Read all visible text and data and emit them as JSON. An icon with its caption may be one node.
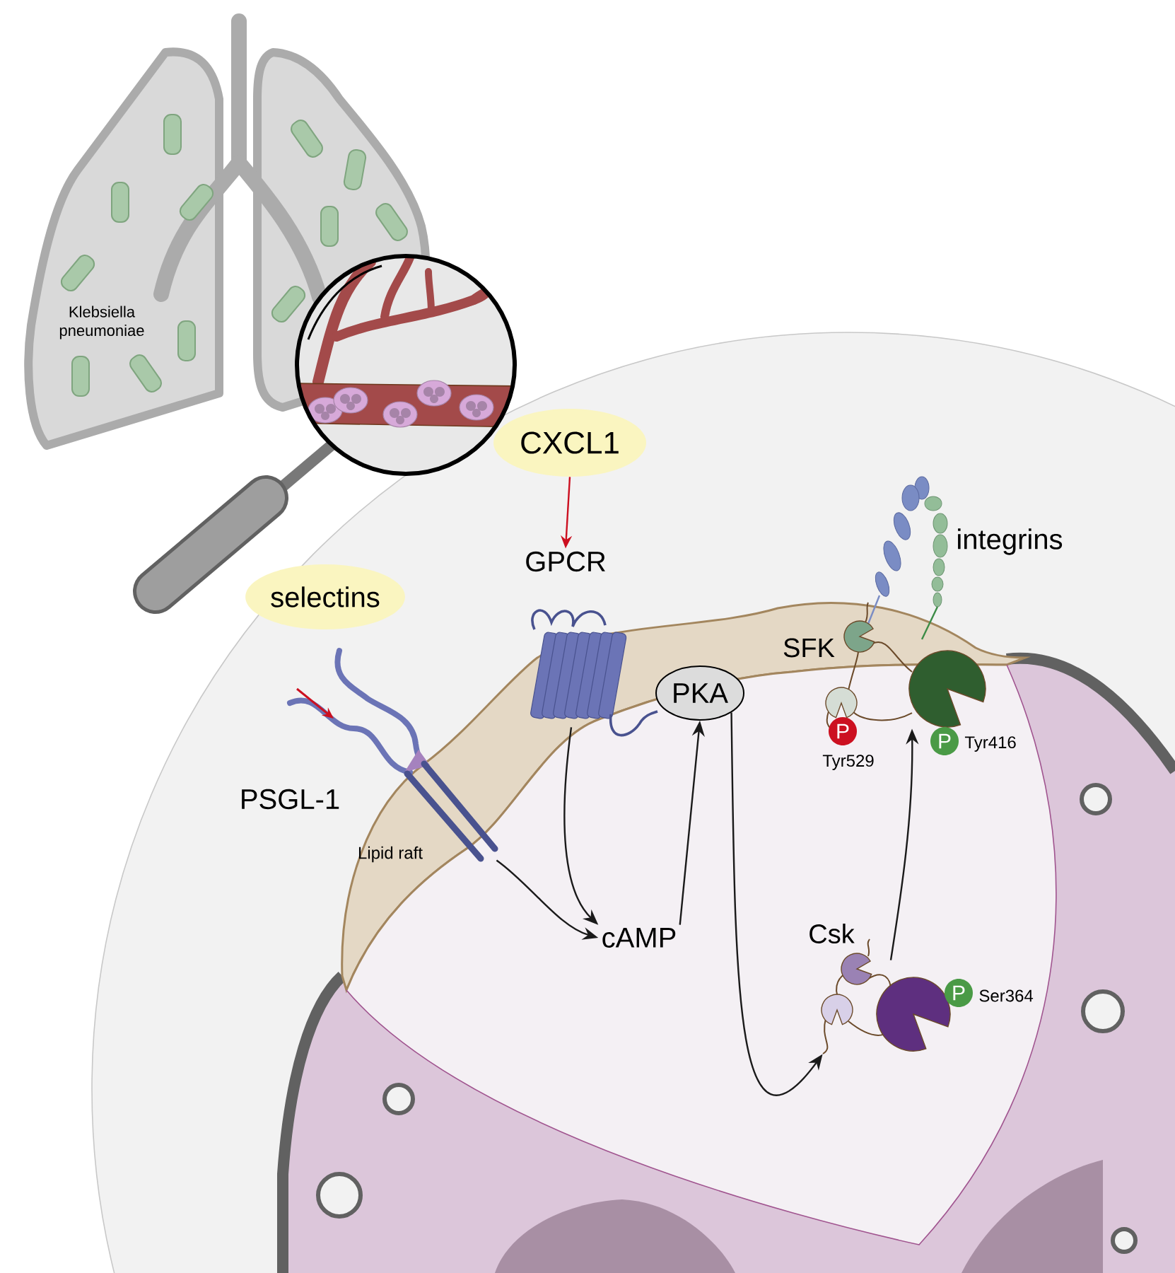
{
  "diagram": {
    "nodes": [
      {
        "text": [
          "CXCL1"
        ]
      },
      {
        "text": [
          "GPCR"
        ]
      },
      {
        "text": [
          "selectins"
        ]
      },
      {
        "text": [],
        "shape": "picture"
      },
      {
        "text": [],
        "shape": "picture",
        "beside": [
          "SFK"
        ]
      },
      {
        "text": [
          "P"
        ],
        "beside": [
          "Tyr416"
        ]
      },
      {
        "text": [
          "PKA"
        ]
      },
      {
        "text": [],
        "shape": "picture",
        "beside": [
          "PSGL-1"
        ]
      },
      {
        "text": [
          "P"
        ],
        "beside": [
          "Tyr529"
        ]
      },
      {
        "text": [
          "cAMP"
        ]
      },
      {
        "text": [],
        "shape": "picture",
        "beside": [
          "Csk"
        ]
      },
      {
        "text": [
          "P"
        ],
        "beside": [
          "Ser364"
        ]
      }
    ],
    "edges": [
      {
        "from": 0,
        "to": 1,
        "arrow": "to",
        "color": "#cc1020"
      },
      {
        "from": 7,
        "to": 9,
        "arrow": "to"
      },
      {
        "from": 3,
        "to": 9,
        "arrow": "to"
      },
      {
        "from": 9,
        "to": 6,
        "arrow": "to"
      },
      {
        "from": 6,
        "to": 10,
        "arrow": "to"
      },
      {
        "from": 10,
        "to": 4,
        "arrow": "to"
      }
    ],
    "labels": [
      "Klebsiella pneumoniae",
      "integrins",
      "Lipid raft"
    ]
  }
}
